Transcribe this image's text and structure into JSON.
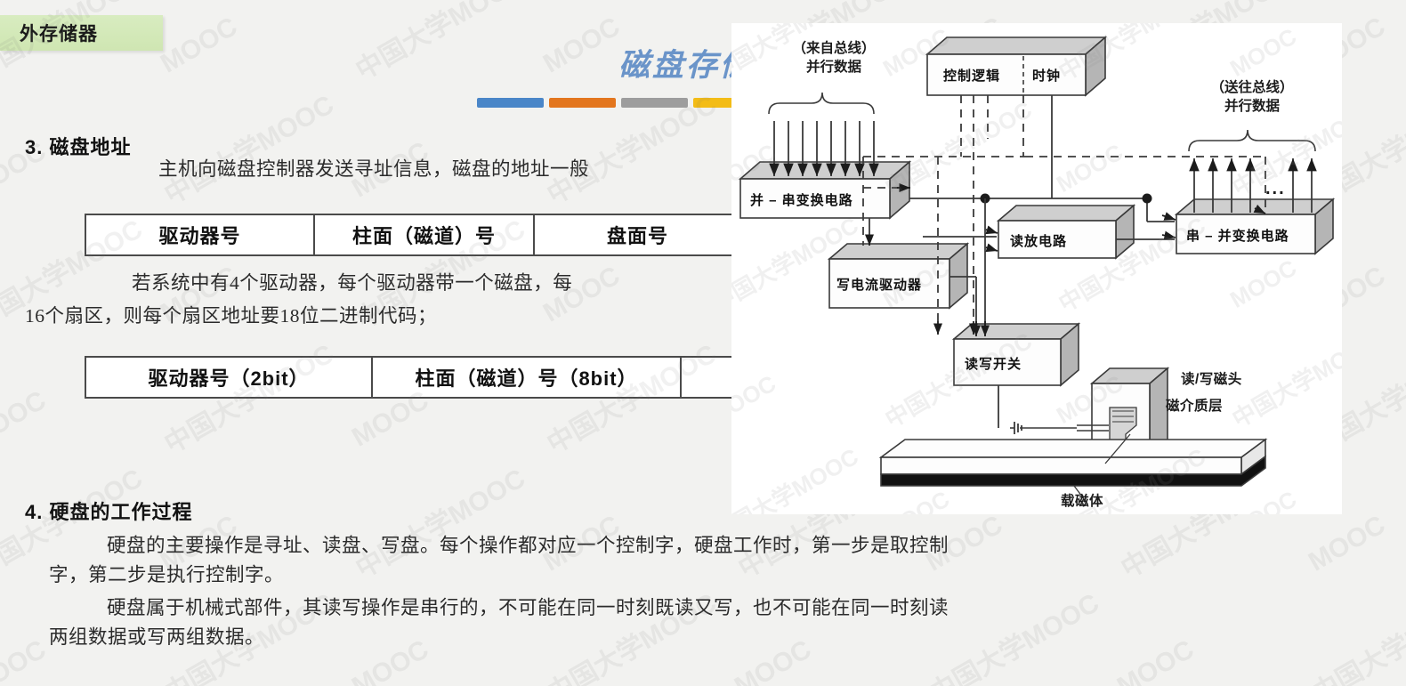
{
  "header": {
    "tag_label": "外存储器",
    "slide_title": "磁盘存储器",
    "bars": [
      {
        "color": "#4a86c8",
        "width": 75
      },
      {
        "color": "#e3761e",
        "width": 75
      },
      {
        "color": "#9d9d9d",
        "width": 75
      },
      {
        "color": "#f3bc16",
        "width": 75
      }
    ]
  },
  "sections": [
    {
      "number": "3.",
      "heading": "磁盘地址",
      "paragraph": "主机向磁盘控制器发送寻址信息，磁盘的地址一般",
      "table1": {
        "columns": [
          "驱动器号",
          "柱面（磁道）号",
          "盘面号"
        ]
      },
      "paragraph2_line1": "若系统中有4个驱动器，每个驱动器带一个磁盘，每",
      "paragraph2_line2": "16个扇区，则每个扇区地址要18位二进制代码；",
      "table2": {
        "columns": [
          "驱动器号（2bit）",
          "柱面（磁道）号（8bit）"
        ]
      }
    },
    {
      "number": "4.",
      "heading": "硬盘的工作过程",
      "paragraph1_line1": "硬盘的主要操作是寻址、读盘、写盘。每个操作都对应一个控制字，硬盘工作时，第一步是取控制",
      "paragraph1_line2": "字，第二步是执行控制字。",
      "paragraph2_line1": "硬盘属于机械式部件，其读写操作是串行的，不可能在同一时刻既读又写，也不可能在同一时刻读",
      "paragraph2_line2": "两组数据或写两组数据。"
    }
  ],
  "diagram": {
    "captions": {
      "from_bus_line1": "（来自总线）",
      "from_bus_line2": "并行数据",
      "to_bus_line1": "（送往总线）",
      "to_bus_line2": "并行数据",
      "ellipsis": "..."
    },
    "boxes": {
      "control_logic": "控制逻辑",
      "clock": "时钟",
      "par_ser": "并 – 串变换电路",
      "read_amp": "读放电路",
      "ser_par": "串 – 并变换电路",
      "write_driver": "写电流驱动器",
      "rw_switch": "读写开关"
    },
    "labels": {
      "rw_head": "读/写磁头",
      "magnetic_layer": "磁介质层",
      "magnetic_carrier": "载磁体"
    }
  },
  "watermark": {
    "text_a": "中国大学MOOC",
    "text_b": "MOOC"
  }
}
